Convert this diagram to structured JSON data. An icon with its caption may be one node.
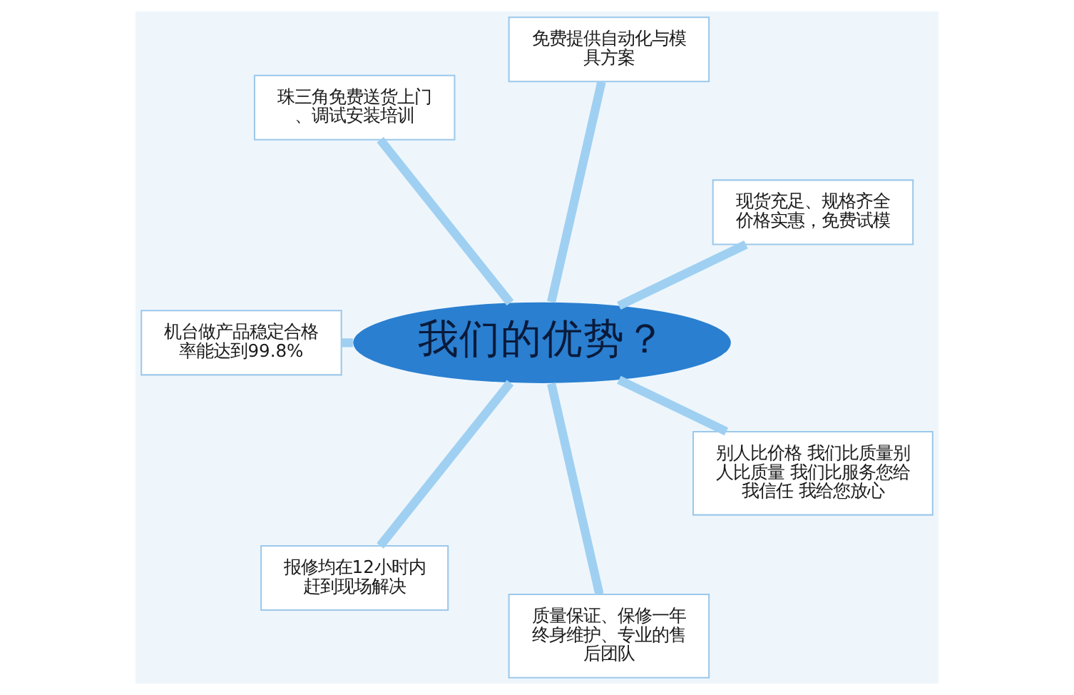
{
  "diagram": {
    "nodes": [
      {
        "text": [
          "现货充足、规格齐全价格实惠，免费试模"
        ]
      },
      {
        "text": [
          "免费提供自动化与模具方案"
        ]
      },
      {
        "text": [
          "珠三角免费送货上门、调试安装培训"
        ]
      },
      {
        "text": [
          "我们的优势？"
        ]
      },
      {
        "text": [
          "机台做产品稳定合格率能达到99.8%"
        ]
      },
      {
        "text": [
          "报修均在12小时内赶到现场解决"
        ]
      },
      {
        "text": [
          "质量保证、保修一年终身维护、专业的售后团队"
        ]
      },
      {
        "text": [
          "别人比价格 我们比质量别人比质量 我们比服务您给我信任 我给您放心"
        ]
      }
    ],
    "edges": [
      {
        "from": 3,
        "to": 0,
        "arrow": "none"
      },
      {
        "from": 3,
        "to": 1,
        "arrow": "none"
      },
      {
        "from": 3,
        "to": 2,
        "arrow": "none"
      },
      {
        "from": 3,
        "to": 4,
        "arrow": "none"
      },
      {
        "from": 3,
        "to": 5,
        "arrow": "none"
      },
      {
        "from": 3,
        "to": 6,
        "arrow": "none"
      },
      {
        "from": 3,
        "to": 7,
        "arrow": "none"
      }
    ]
  }
}
